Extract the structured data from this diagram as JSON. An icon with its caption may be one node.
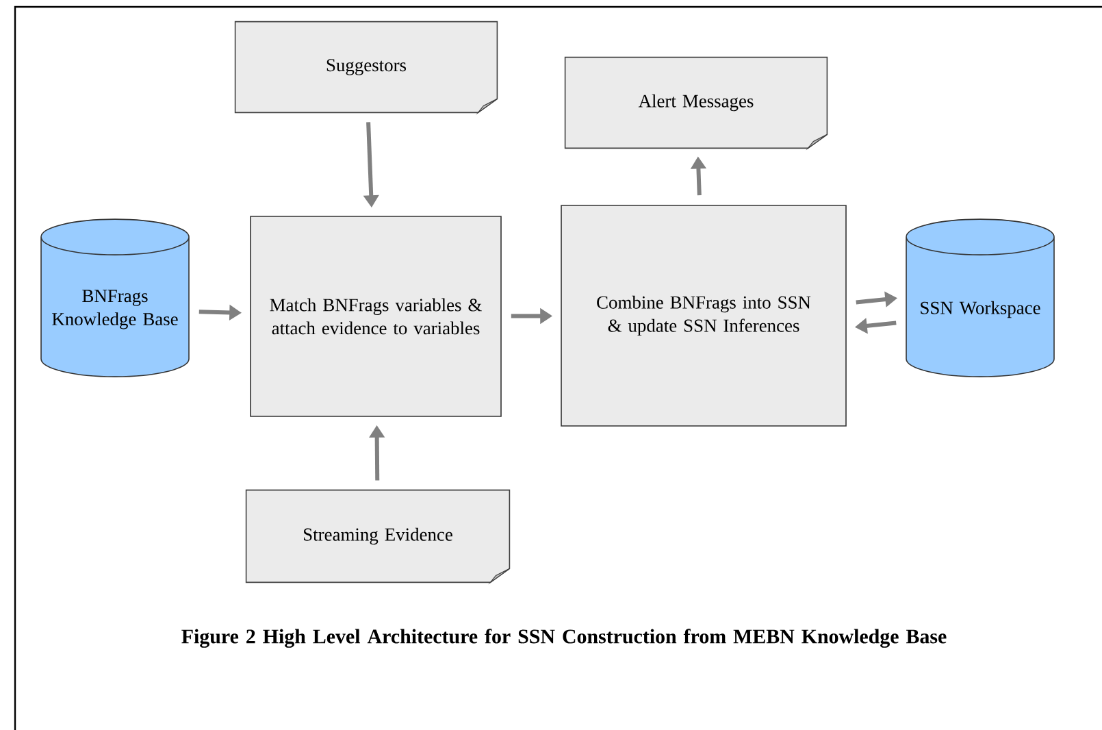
{
  "diagram": {
    "caption": "Figure 2 High Level Architecture for SSN Construction from MEBN Knowledge Base",
    "nodes": [
      {
        "text": [
          "Suggestors"
        ]
      },
      {
        "text": [
          "Alert Messages"
        ]
      },
      {
        "text": [
          "BNFrags Knowledge Base"
        ]
      },
      {
        "text": [
          "Match BNFrags variables & attach evidence to variables"
        ]
      },
      {
        "text": [
          "Combine BNFrags into SSN & update SSN Inferences"
        ]
      },
      {
        "text": [
          "SSN Workspace"
        ]
      },
      {
        "text": [
          "Streaming Evidence"
        ]
      }
    ],
    "edges": [
      {
        "from": 0,
        "to": 3,
        "arrow": "to"
      },
      {
        "from": 4,
        "to": 1,
        "arrow": "to"
      },
      {
        "from": 2,
        "to": 3,
        "arrow": "to"
      },
      {
        "from": 3,
        "to": 4,
        "arrow": "to"
      },
      {
        "from": 4,
        "to": 5,
        "arrow": "to"
      },
      {
        "from": 5,
        "to": 4,
        "arrow": "to"
      },
      {
        "from": 6,
        "to": 3,
        "arrow": "to"
      }
    ]
  }
}
